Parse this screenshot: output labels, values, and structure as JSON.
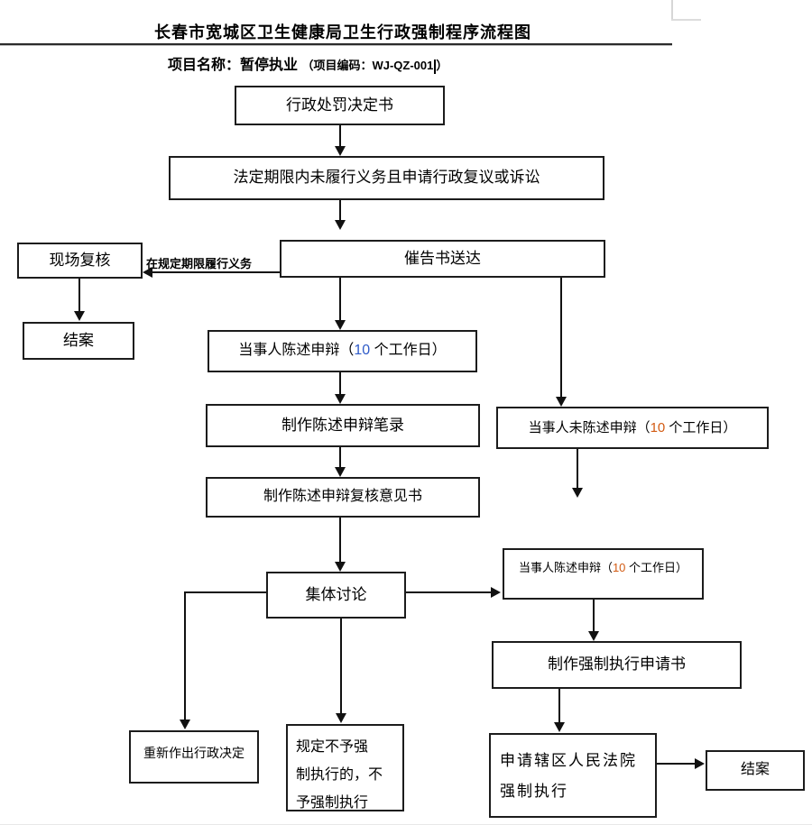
{
  "header": {
    "title": "长春市宽城区卫生健康局卫生行政强制程序流程图",
    "project_label": "项目名称：暂停执业",
    "project_code_prefix": "（项目编码：WJ-QZ-001",
    "project_code_suffix": "）"
  },
  "colors": {
    "highlight_blue": "#2f5bc8",
    "highlight_orange": "#d25b13",
    "line": "#111111",
    "box_border": "#1c1c1c"
  },
  "nodes": {
    "penalty_decision": {
      "label": "行政处罚决定书"
    },
    "not_fulfilled": {
      "label": "法定期限内未履行义务且申请行政复议或诉讼"
    },
    "reminder_delivery": {
      "label": "催告书送达"
    },
    "site_review": {
      "label": "现场复核"
    },
    "close_case_left": {
      "label": "结案"
    },
    "statement_defense": {
      "prefix": "当事人陈述申辩（",
      "highlight": "10",
      "suffix": " 个工作日）"
    },
    "make_statement_record": {
      "label": "制作陈述申辩笔录"
    },
    "no_statement": {
      "prefix": "当事人未陈述申辩（",
      "highlight": "10",
      "suffix": " 个工作日）"
    },
    "review_opinion_doc": {
      "label": "制作陈述申辩复核意见书"
    },
    "group_discussion": {
      "label": "集体讨论"
    },
    "statement_defense_right": {
      "prefix": "当事人陈述申辩（",
      "highlight": "10",
      "suffix": " 个工作日）"
    },
    "enforcement_application": {
      "label": "制作强制执行申请书"
    },
    "new_admin_decision": {
      "label": "重新作出行政决定"
    },
    "no_enforcement": {
      "line1": "规定不予强",
      "line2": "制执行的，不",
      "line3": "予强制执行"
    },
    "court_enforcement": {
      "line1": "申请辖区人民法院",
      "line2": "强制执行"
    },
    "close_case_right": {
      "label": "结案"
    }
  },
  "edge_labels": {
    "fulfill_within_period": "在规定期限履行义务"
  }
}
